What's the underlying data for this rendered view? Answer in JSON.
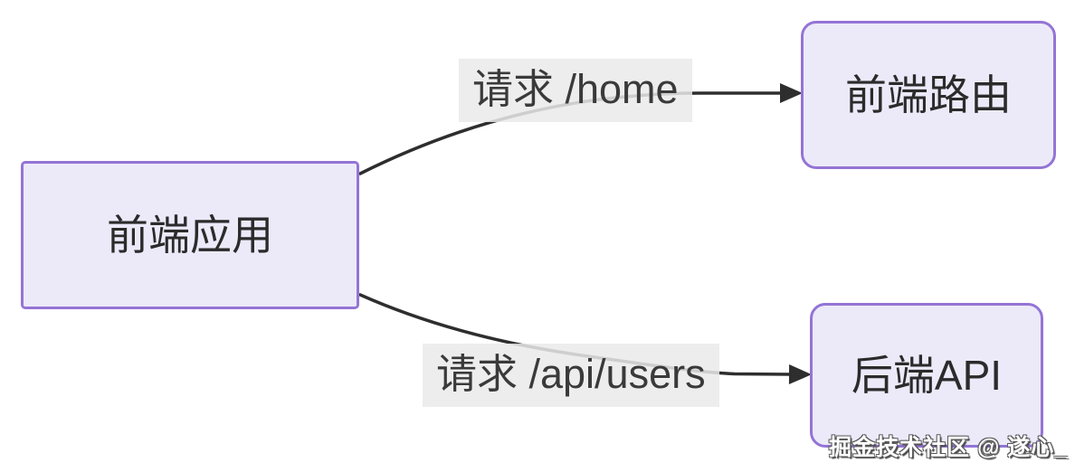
{
  "theme": {
    "background": "#ffffff",
    "node_border": "#9474d6",
    "node_fill": "#eceaf9",
    "edge_color": "#2e2e2e",
    "text_color": "#2b2b2b",
    "watermark_color": "#ffffff"
  },
  "diagram": {
    "nodes": [
      {
        "id": "frontend-app",
        "label": "前端应用"
      },
      {
        "id": "frontend-router",
        "label": "前端路由"
      },
      {
        "id": "backend-api",
        "label": "后端API"
      }
    ],
    "edges": [
      {
        "from": "frontend-app",
        "to": "frontend-router",
        "label": "请求 /home"
      },
      {
        "from": "frontend-app",
        "to": "backend-api",
        "label": "请求 /api/users"
      }
    ],
    "watermark": "掘金技术社区 @ 遂心_"
  }
}
